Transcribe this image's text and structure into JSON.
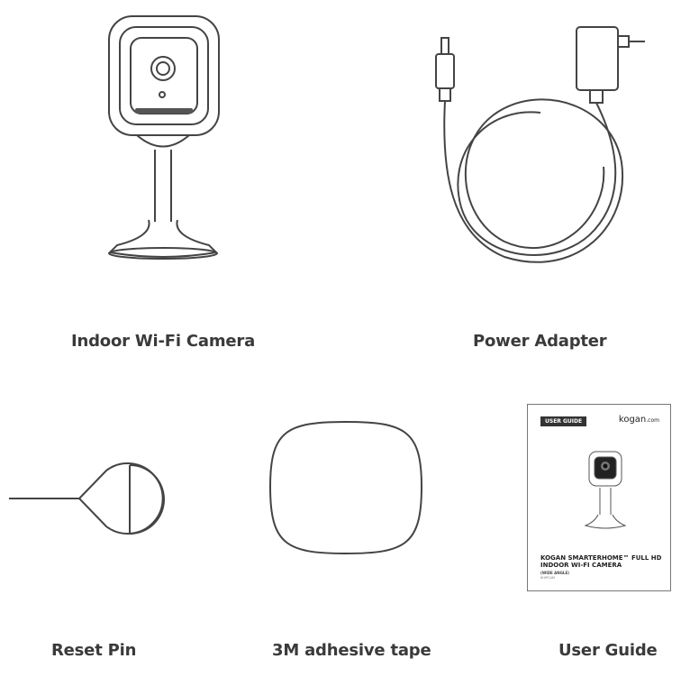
{
  "items": {
    "camera": {
      "label": "Indoor Wi-Fi Camera",
      "icon": "camera-icon"
    },
    "adapter": {
      "label": "Power Adapter",
      "icon": "power-adapter-icon"
    },
    "pin": {
      "label": "Reset Pin",
      "icon": "reset-pin-icon"
    },
    "tape": {
      "label": "3M adhesive tape",
      "icon": "adhesive-tape-icon"
    },
    "guide": {
      "label": "User Guide",
      "badge": "USER GUIDE",
      "brand": "kogan",
      "brand_suffix": ".com",
      "title": "KOGAN SMARTERHOME™ FULL HD INDOOR WI-FI CAMERA",
      "subtitle": "(WIDE ANGLE)",
      "code": "KHIPCAM"
    }
  },
  "colors": {
    "line": "#444444",
    "label": "#3a3a3a"
  }
}
